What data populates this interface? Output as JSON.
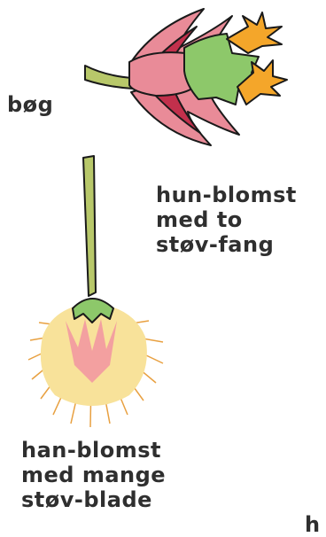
{
  "labels": {
    "tree": "bøg",
    "female_flower": [
      "hun-blomst",
      "med to",
      "støv-fang"
    ],
    "male_flower": [
      "han-blomst",
      "med mange",
      "støv-blade"
    ],
    "cut_off": "h"
  },
  "colors": {
    "petal_pink": "#e98b98",
    "petal_dark": "#c2304c",
    "green": "#8dc86a",
    "stem": "#b8c86a",
    "stigma_orange": "#f4a62a",
    "male_cream": "#f8e29a",
    "male_pink": "#f3a0a0",
    "outline": "#1a1a1a"
  }
}
